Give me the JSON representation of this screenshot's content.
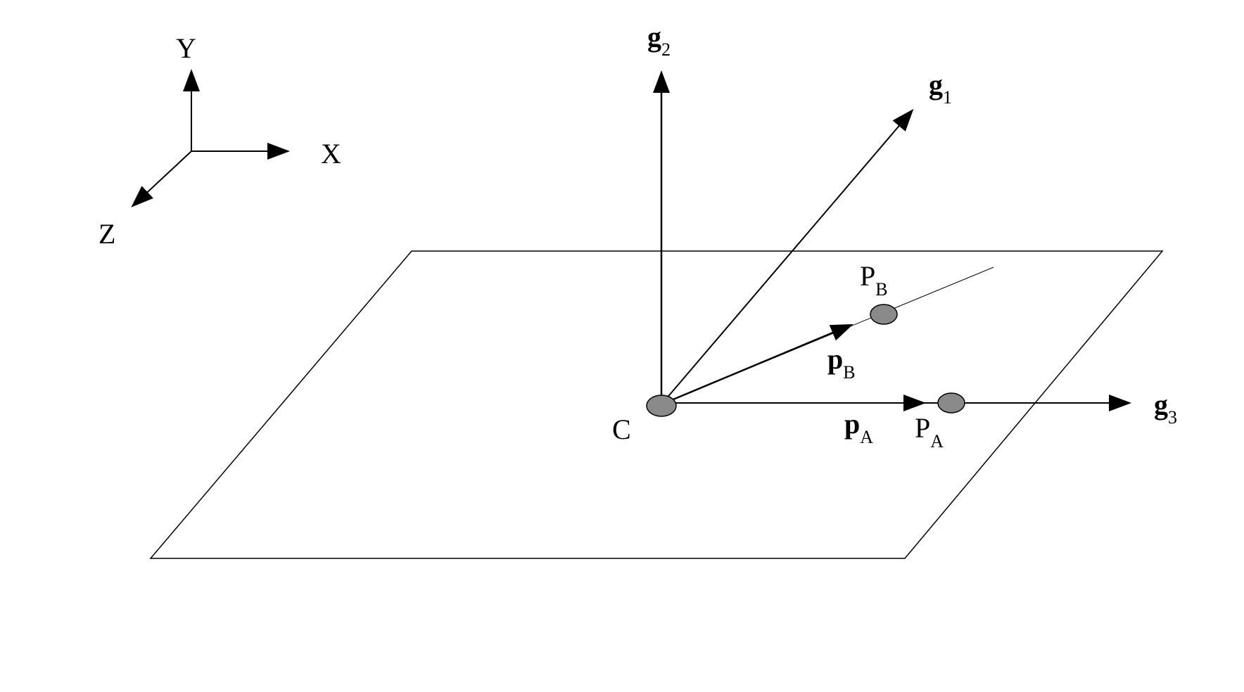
{
  "triad": {
    "x_label": "X",
    "y_label": "Y",
    "z_label": "Z"
  },
  "labels": {
    "g1": {
      "base": "g",
      "sub": "1"
    },
    "g2": {
      "base": "g",
      "sub": "2"
    },
    "g3": {
      "base": "g",
      "sub": "3"
    },
    "origin": "C",
    "point_B": {
      "base": "P",
      "sub": "B"
    },
    "point_A": {
      "base": "P",
      "sub": "A"
    },
    "vec_pB": {
      "base": "p",
      "sub": "B"
    },
    "vec_pA": {
      "base": "p",
      "sub": "A"
    }
  },
  "colors": {
    "stroke": "#000000",
    "point_fill": "#8a8a8a",
    "background": "#ffffff"
  }
}
